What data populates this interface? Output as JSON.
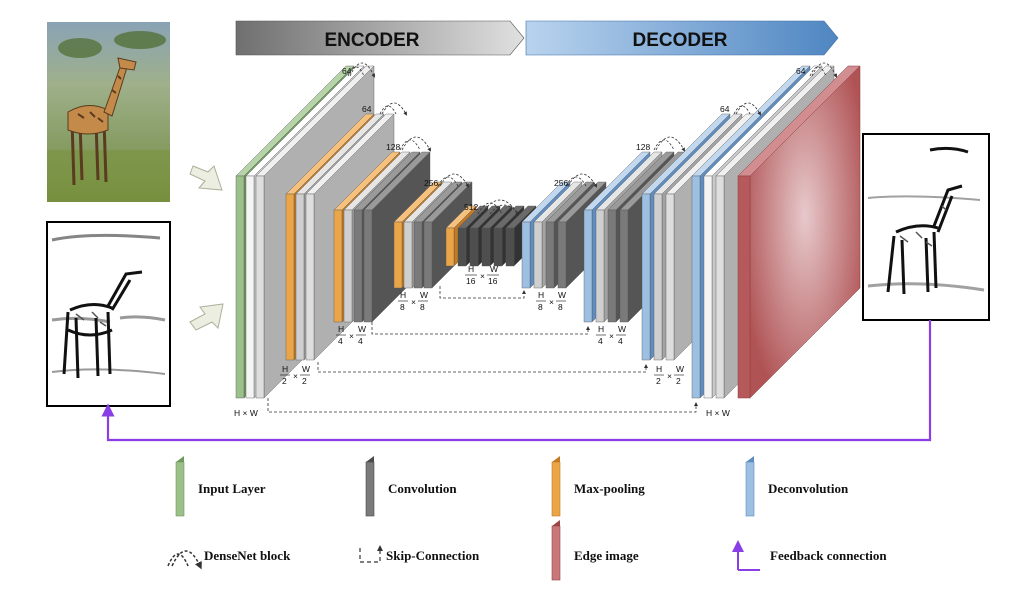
{
  "banners": {
    "encoder": "ENCODER",
    "decoder": "DECODER"
  },
  "channels": {
    "c1": "64",
    "c2": "64",
    "c3": "128",
    "c4": "256",
    "c5": "512",
    "c6": "256",
    "c7": "128",
    "c8": "64",
    "c9": "64"
  },
  "dims": {
    "hw": "H × W",
    "h2_num": "H",
    "h2_den": "2",
    "w2_num": "W",
    "w2_den": "2",
    "h4_num": "H",
    "h4_den": "4",
    "w4_num": "W",
    "w4_den": "4",
    "h8_num": "H",
    "h8_den": "8",
    "w8_num": "W",
    "w8_den": "8",
    "h16_num": "H",
    "h16_den": "16",
    "w16_num": "W",
    "w16_den": "16",
    "times": "×"
  },
  "legend": {
    "input_layer": "Input Layer",
    "convolution": "Convolution",
    "max_pooling": "Max-pooling",
    "deconvolution": "Deconvolution",
    "densenet_block": "DenseNet block",
    "skip_connection": "Skip-Connection",
    "edge_image": "Edge image",
    "feedback_connection": "Feedback connection"
  },
  "colors": {
    "input": "#8db27c",
    "conv": "#6e6e6e",
    "pool": "#e39a3c",
    "deconv": "#8fb3d9",
    "edge": "#b5595b",
    "feedback": "#8a3fe6",
    "encoder_banner": "#8c8c8c",
    "decoder_banner": "#5b93cc"
  }
}
